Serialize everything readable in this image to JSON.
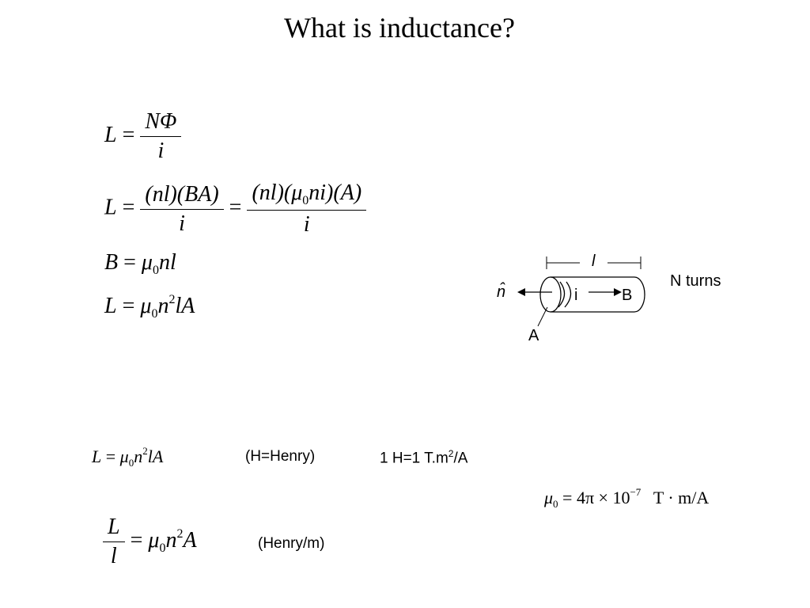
{
  "slide": {
    "title": "What is inductance?",
    "eq1": {
      "lhs": "L",
      "num": "NΦ",
      "den": "i"
    },
    "eq2": {
      "lhs": "L",
      "num1_a": "(nl)(BA",
      "num1_b": ")",
      "den1": "i",
      "num2_a": "(nl)(μ",
      "num2_sub": "0",
      "num2_b": "ni)(A)",
      "den2": "i"
    },
    "eq3": {
      "lhs": "B",
      "mu": "μ",
      "sub": "0",
      "rest": "nl"
    },
    "eq4": {
      "lhs": "L",
      "mu": "μ",
      "sub": "0",
      "n": "n",
      "sup": "2",
      "rest": "lA"
    },
    "diagram": {
      "length_label": "l",
      "n_hat": "n̂",
      "current_label": "i",
      "field_label": "B",
      "area_label": "A",
      "turns_label": "N turns"
    },
    "bottom": {
      "eq5": {
        "lhs": "L",
        "mu": "μ",
        "sub": "0",
        "n": "n",
        "sup": "2",
        "rest": "lA"
      },
      "unit_note": "(H=Henry)",
      "henry_def_a": "1 H=1 T.m",
      "henry_def_sup": "2",
      "henry_def_b": "/A",
      "mu0": {
        "mu": "μ",
        "sub": "0",
        "eq": "= 4π × 10",
        "exp": "−7",
        "units": "T · m/A"
      },
      "eq6": {
        "num": "L",
        "den": "l",
        "mu": "μ",
        "sub": "0",
        "n": "n",
        "sup": "2",
        "rest": "A"
      },
      "unit_note2": "(Henry/m)"
    }
  }
}
